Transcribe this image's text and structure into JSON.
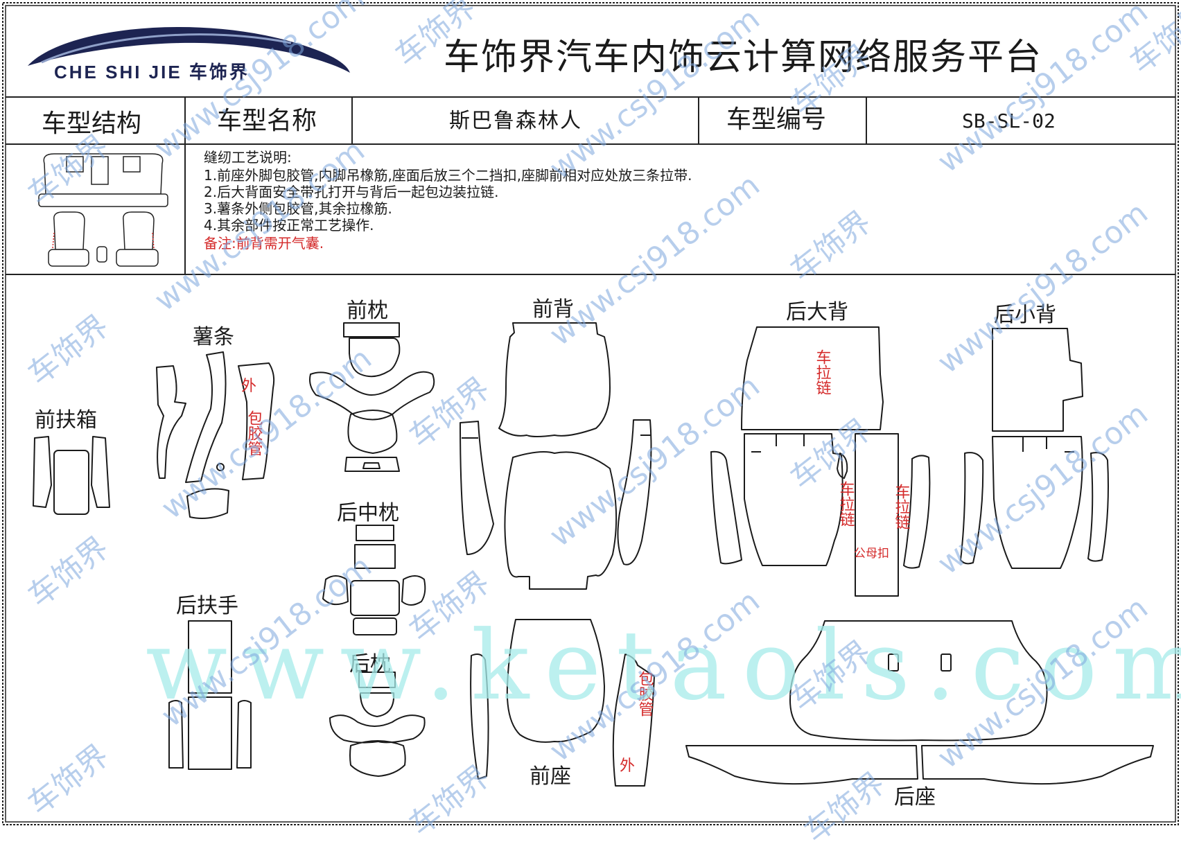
{
  "header": {
    "logo_text": "CHE SHI JIE 车饰界",
    "platform_title": "车饰界汽车内饰云计算网络服务平台"
  },
  "info_row": {
    "structure_label": "车型结构",
    "name_label": "车型名称",
    "name_value": "斯巴鲁森林人",
    "code_label": "车型编号",
    "code_value": "SB-SL-02"
  },
  "instructions": {
    "heading": "缝纫工艺说明:",
    "lines": [
      "1.前座外脚包胶管,内脚吊橡筋,座面后放三个二挡扣,座脚前相对应处放三条拉带.",
      "2.后大背面安全带孔打开与背后一起包边装拉链.",
      "3.薯条外侧包胶管,其余拉橡筋.",
      "4.其余部件按正常工艺操作."
    ],
    "note": "备注:前背需开气囊."
  },
  "parts": {
    "front_armrest_box": "前扶箱",
    "strip": "薯条",
    "front_headrest": "前枕",
    "front_back": "前背",
    "rear_big_back": "后大背",
    "rear_small_back": "后小背",
    "rear_middle_headrest": "后中枕",
    "rear_armrest": "后扶手",
    "rear_headrest": "后枕",
    "front_seat": "前座",
    "rear_seat": "后座"
  },
  "annotations": {
    "outer": "外",
    "piping_v": "包胶管",
    "zipper_v": "车拉链",
    "male_female_buckle": "公母扣"
  },
  "watermarks": {
    "brand": "车饰界",
    "site": "www.csj918.com",
    "big_site": "www.ketaols.com"
  },
  "colors": {
    "line": "#1a1a1a",
    "annotation_red": "#d42a2a",
    "watermark_blue": "#7ea7dd",
    "watermark_cyan": "#a6ecea",
    "logo_navy": "#1d2452"
  }
}
